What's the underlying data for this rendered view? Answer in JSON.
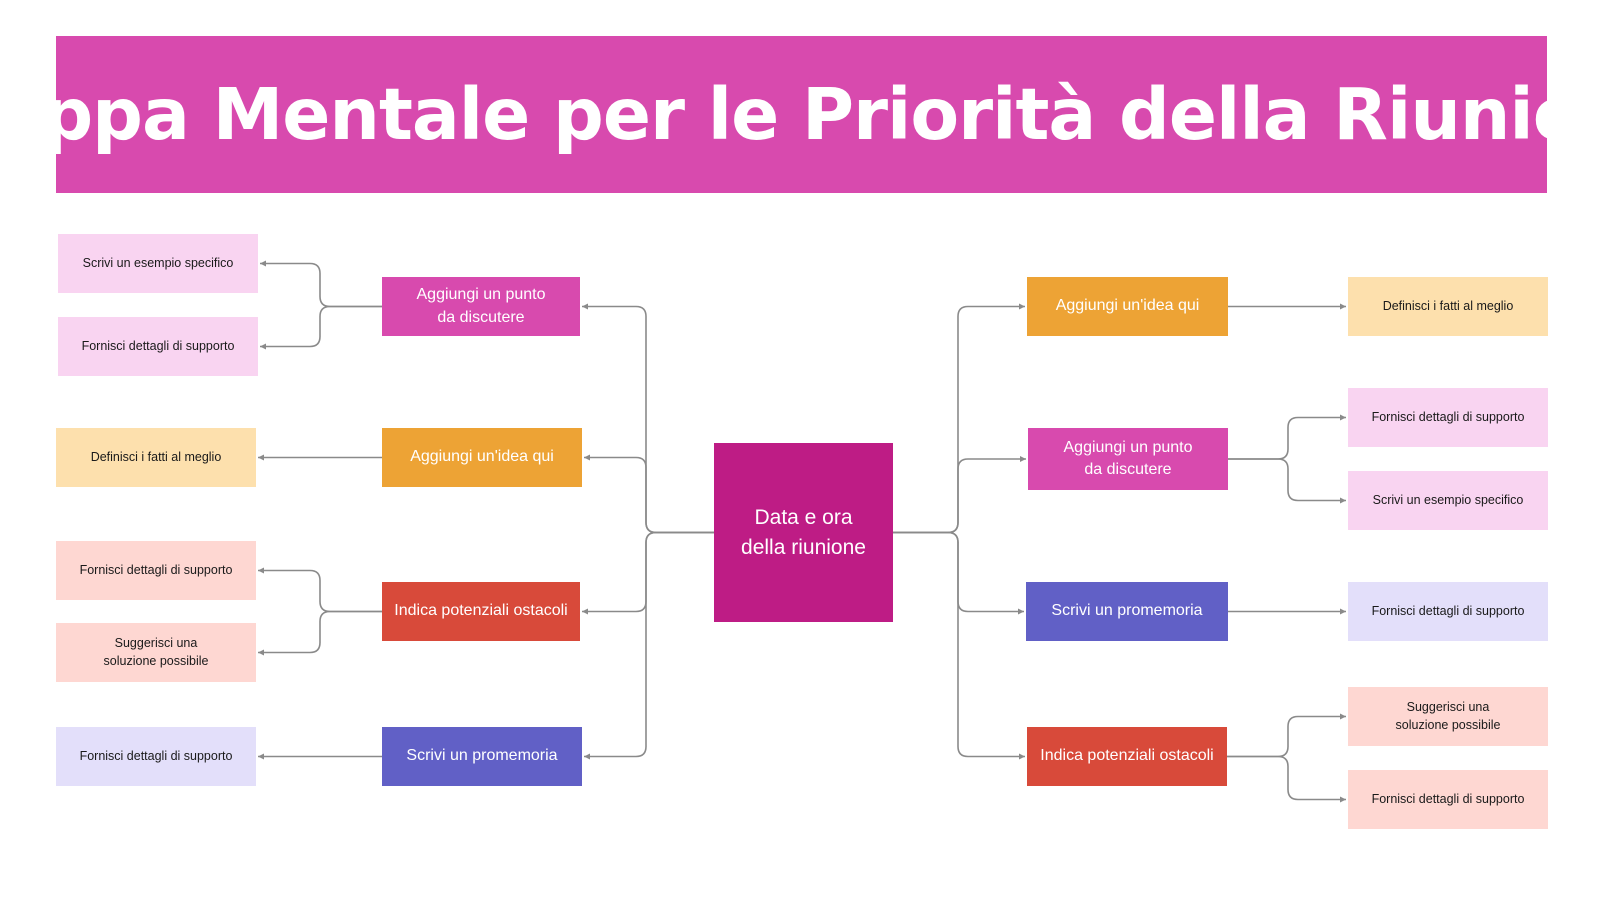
{
  "title": "Mappa Mentale per le Priorità della Riunione",
  "colors": {
    "banner": "#d84aae",
    "center": "#be1c85",
    "pink": "#d84aae",
    "orange": "#eda335",
    "red": "#d84a3a",
    "indigo": "#6160c6",
    "pink_light": "#f9d4f1",
    "orange_light": "#fde0ad",
    "red_light": "#fed7d2",
    "indigo_light": "#e3dffa",
    "connector": "#8a8a8a"
  },
  "center": {
    "label": "Data e ora\ndella riunione"
  },
  "left_branches": [
    {
      "label": "Aggiungi un punto\nda discutere",
      "color": "pink",
      "children": [
        "Scrivi un esempio specifico",
        "Fornisci dettagli di supporto"
      ]
    },
    {
      "label": "Aggiungi un'idea qui",
      "color": "orange",
      "children": [
        "Definisci i fatti al meglio"
      ]
    },
    {
      "label": "Indica potenziali ostacoli",
      "color": "red",
      "children": [
        "Fornisci dettagli di supporto",
        "Suggerisci una\nsoluzione possibile"
      ]
    },
    {
      "label": "Scrivi un promemoria",
      "color": "indigo",
      "children": [
        "Fornisci dettagli di supporto"
      ]
    }
  ],
  "right_branches": [
    {
      "label": "Aggiungi un'idea qui",
      "color": "orange",
      "children": [
        "Definisci i fatti al meglio"
      ]
    },
    {
      "label": "Aggiungi un punto\nda discutere",
      "color": "pink",
      "children": [
        "Fornisci dettagli di supporto",
        "Scrivi un esempio specifico"
      ]
    },
    {
      "label": "Scrivi un promemoria",
      "color": "indigo",
      "children": [
        "Fornisci dettagli di supporto"
      ]
    },
    {
      "label": "Indica potenziali ostacoli",
      "color": "red",
      "children": [
        "Suggerisci una\nsoluzione possibile",
        "Fornisci dettagli di supporto"
      ]
    }
  ]
}
